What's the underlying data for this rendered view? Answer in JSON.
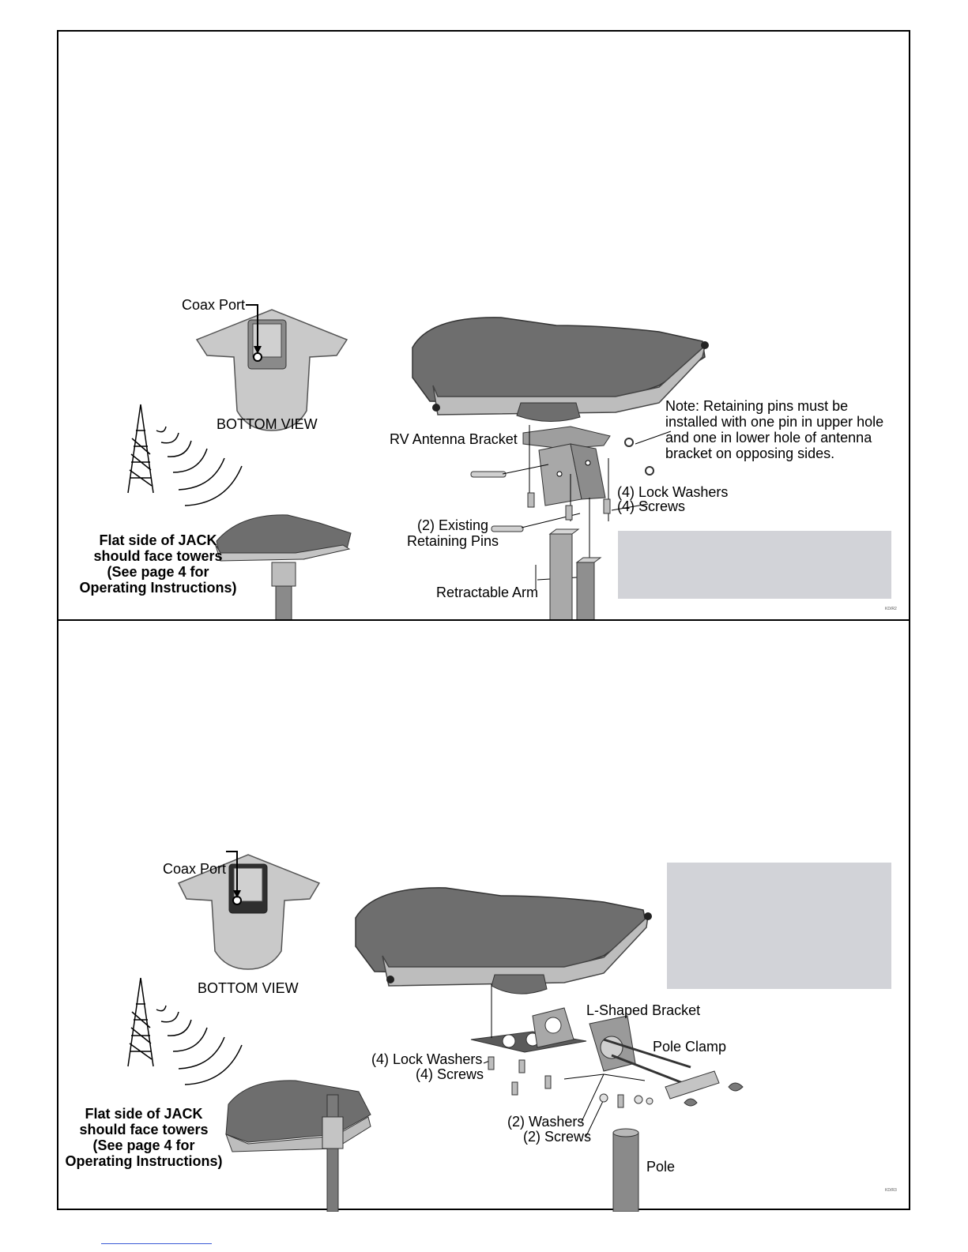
{
  "panel1": {
    "coax_port": "Coax Port",
    "bottom_view": "BOTTOM VIEW",
    "flat_side_lines": [
      "Flat side of JACK",
      "should face towers",
      "(See page 4 for",
      "Operating Instructions)"
    ],
    "rv_bracket": "RV Antenna Bracket",
    "note_lines": [
      "Note: Retaining pins must be",
      "installed with one pin in upper hole",
      "and one in lower hole of antenna",
      "bracket on opposing sides."
    ],
    "lock_washers": "(4) Lock Washers",
    "screws": "(4) Screws",
    "existing_pins_lines": [
      "(2) Existing",
      "Retaining Pins"
    ],
    "retractable_arm": "Retractable Arm",
    "code": "KD/R2"
  },
  "panel2": {
    "coax_port": "Coax Port",
    "bottom_view": "BOTTOM VIEW",
    "flat_side_lines": [
      "Flat side of JACK",
      "should face towers",
      "(See page 4 for",
      "Operating Instructions)"
    ],
    "l_bracket": "L-Shaped Bracket",
    "pole_clamp": "Pole Clamp",
    "lock_washers": "(4) Lock Washers",
    "screws": "(4) Screws",
    "washers2": "(2) Washers",
    "screws2": "(2) Screws",
    "pole": "Pole",
    "code": "KD/R3"
  },
  "colors": {
    "callout_box": "#d2d3d8",
    "antenna_top": "#6e6e6e",
    "antenna_edge": "#b9b9b9"
  }
}
